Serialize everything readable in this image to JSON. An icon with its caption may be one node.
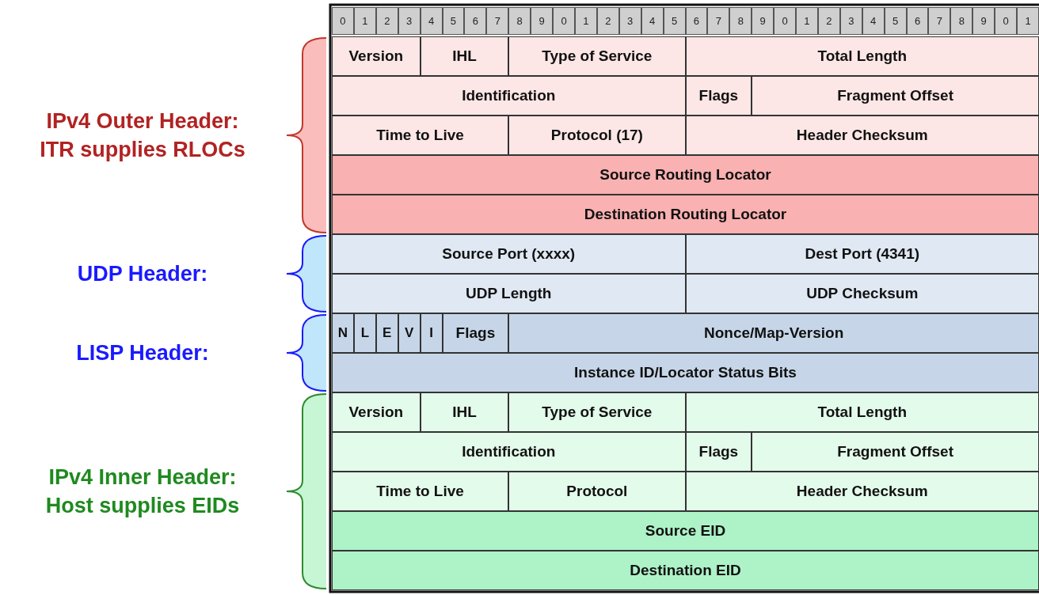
{
  "diagram": {
    "labels": [
      "0",
      "1",
      "2",
      "3",
      "4",
      "5",
      "6",
      "7",
      "8",
      "9",
      "0",
      "1",
      "2",
      "3",
      "4",
      "5",
      "6",
      "7",
      "8",
      "9",
      "0",
      "1",
      "2",
      "3",
      "4",
      "5",
      "6",
      "7",
      "8",
      "9",
      "0",
      "1",
      "IPv4 Outer Header: ITR supplies RLOCs",
      "Version",
      "IHL",
      "Type of Service",
      "Total Length",
      "Identification",
      "Flags",
      "Fragment Offset",
      "Time to Live",
      "Protocol (17)",
      "Header Checksum",
      "Source Routing Locator",
      "Destination Routing Locator",
      "UDP Header:",
      "Source Port (xxxx)",
      "Dest Port (4341)",
      "UDP Length",
      "UDP Checksum",
      "LISP Header:",
      "N",
      "L",
      "E",
      "V",
      "I",
      "Flags",
      "Nonce/Map-Version",
      "Instance ID/Locator Status Bits",
      "IPv4 Inner Header: Host supplies EIDs",
      "Version",
      "IHL",
      "Type of Service",
      "Total Length",
      "Identification",
      "Flags",
      "Fragment Offset",
      "Time to Live",
      "Protocol",
      "Header Checksum",
      "Source EID",
      "Destination EID"
    ]
  }
}
